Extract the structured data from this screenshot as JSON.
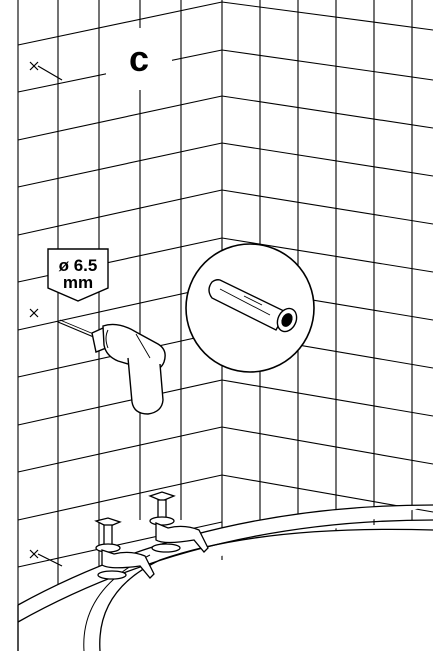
{
  "step_label": "c",
  "drill_bit": {
    "line1": "ø 6.5",
    "line2": "mm"
  },
  "icons": {
    "drill": "power-drill-icon",
    "wall_plug": "wall-plug-icon",
    "tap": "bath-tap-icon"
  },
  "colors": {
    "line": "#000000",
    "background": "#ffffff"
  }
}
